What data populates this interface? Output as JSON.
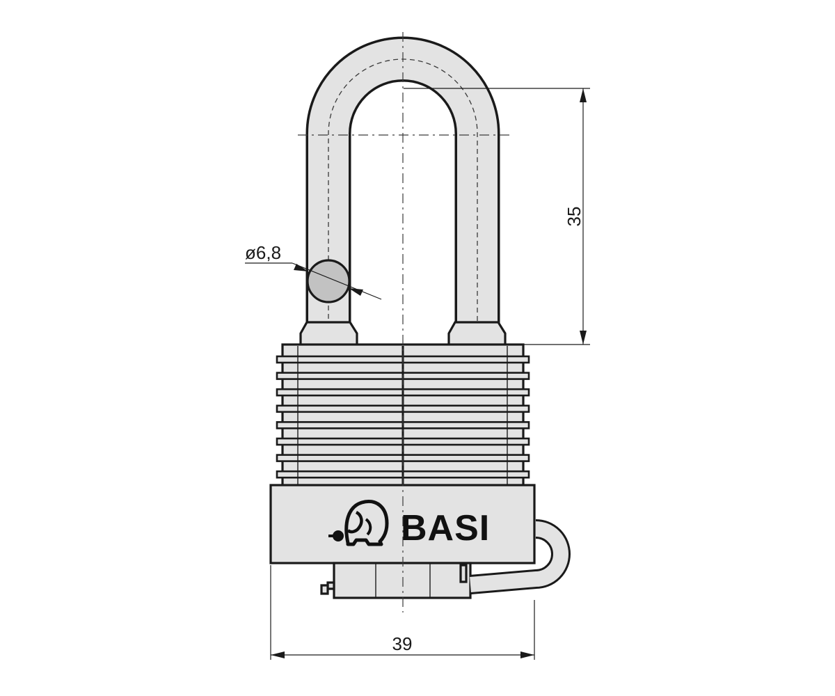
{
  "drawing": {
    "brand": "BASI",
    "dimensions": {
      "shackle_clearance": "35",
      "body_width": "39",
      "shackle_diameter": "ø6,8"
    }
  }
}
